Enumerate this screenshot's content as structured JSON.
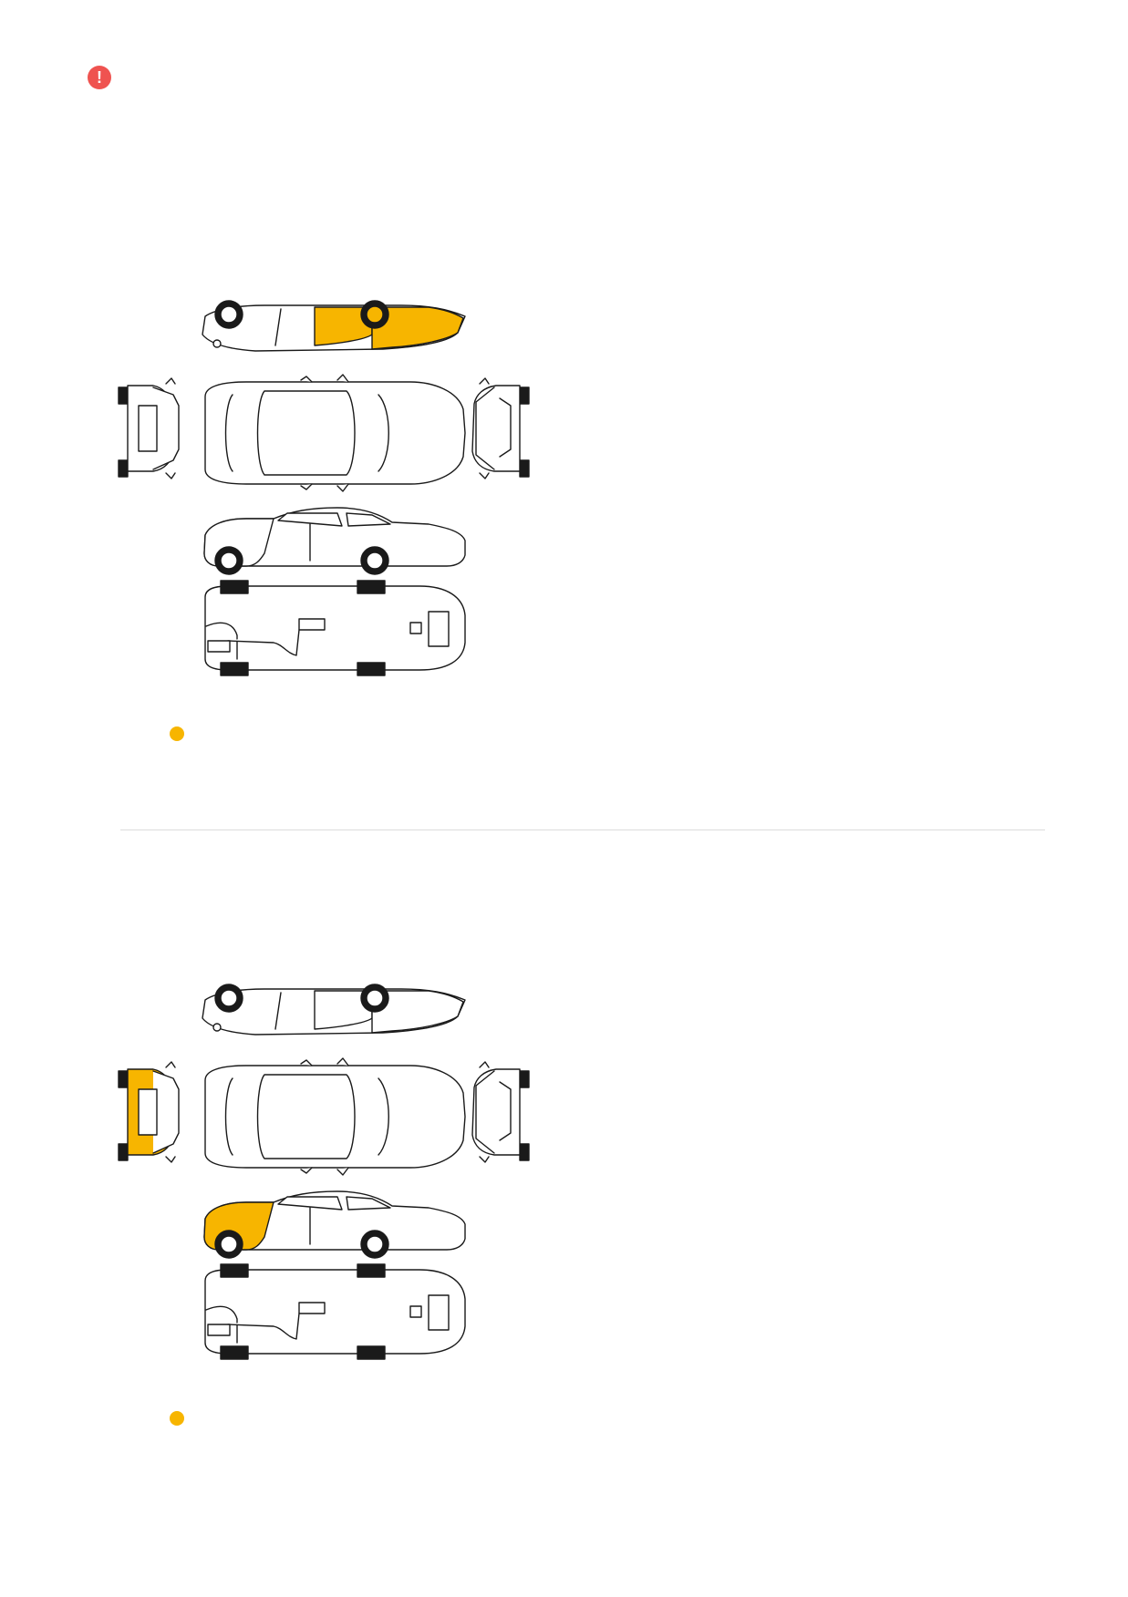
{
  "alert": {
    "icon": "alert-circle-icon",
    "color": "#ef5350"
  },
  "colors": {
    "damage": "#f7b500",
    "outline": "#1a1a1a",
    "body": "#ffffff"
  },
  "sections": [
    {
      "highlights": [
        "top-rear-panel",
        "top-rear-door"
      ],
      "marker_icon": "damage-marker-dot",
      "marker_color": "#f7b500",
      "marker_label": ""
    },
    {
      "highlights": [
        "rear-view-body",
        "side-rear-quarter"
      ],
      "marker_icon": "damage-marker-dot",
      "marker_color": "#f7b500",
      "marker_label": ""
    }
  ]
}
